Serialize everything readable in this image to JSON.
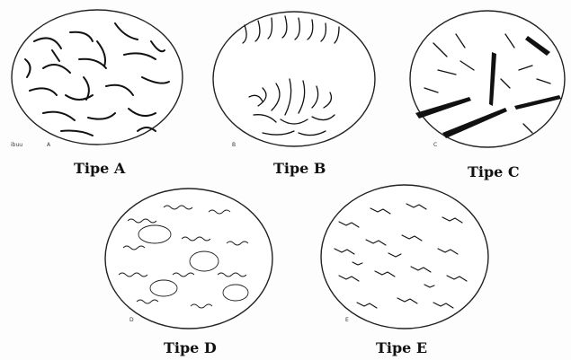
{
  "figure": {
    "panels": [
      {
        "id": "A",
        "label": "Tipe A",
        "corner_letter": "A",
        "side_note": "ibuu"
      },
      {
        "id": "B",
        "label": "Tipe B",
        "corner_letter": "B"
      },
      {
        "id": "C",
        "label": "Tipe C",
        "corner_letter": "C"
      },
      {
        "id": "D",
        "label": "Tipe D",
        "corner_letter": "D"
      },
      {
        "id": "E",
        "label": "Tipe E",
        "corner_letter": "E"
      }
    ]
  }
}
